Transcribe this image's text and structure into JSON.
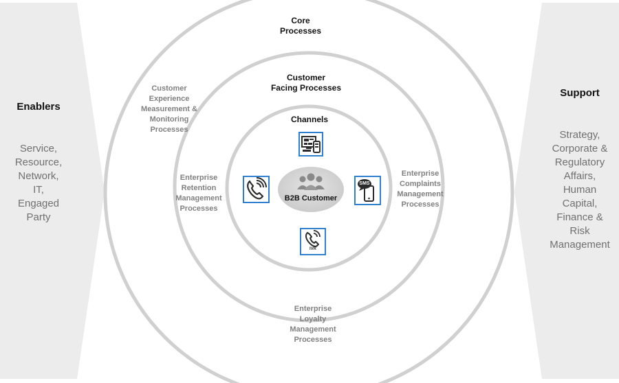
{
  "left_panel": {
    "title": "Enablers",
    "body": "Service,\nResource,\nNetwork,\nIT,\nEngaged\nParty"
  },
  "right_panel": {
    "title": "Support",
    "body": "Strategy,\nCorporate &\nRegulatory\nAffairs,\nHuman\nCapital,\nFinance &\nRisk\nManagement"
  },
  "rings": {
    "outer_title": "Core\nProcesses",
    "middle_title": "Customer\nFacing Processes",
    "inner_title": "Channels",
    "center_label": "B2B Customer"
  },
  "processes": {
    "experience": "Customer\nExperience\nMeasurement &\nMonitoring\nProcesses",
    "retention": "Enterprise\nRetention\nManagement\nProcesses",
    "complaints": "Enterprise\nComplaints\nManagement\nProcesses",
    "loyalty": "Enterprise\nLoyalty\nManagement\nProcesses"
  },
  "channels": {
    "sms_text": "SMS",
    "ivr_text": "IVR",
    "icons": [
      "web-multi-device-icon",
      "phone-call-icon",
      "sms-mobile-icon",
      "ivr-phone-icon"
    ]
  },
  "colors": {
    "side_panel": "#ececec",
    "ring_stroke": "#d0d0d0",
    "center": "#d6d6d6",
    "channel_border": "#2f7fd1",
    "icon": "#2b2b2b"
  }
}
